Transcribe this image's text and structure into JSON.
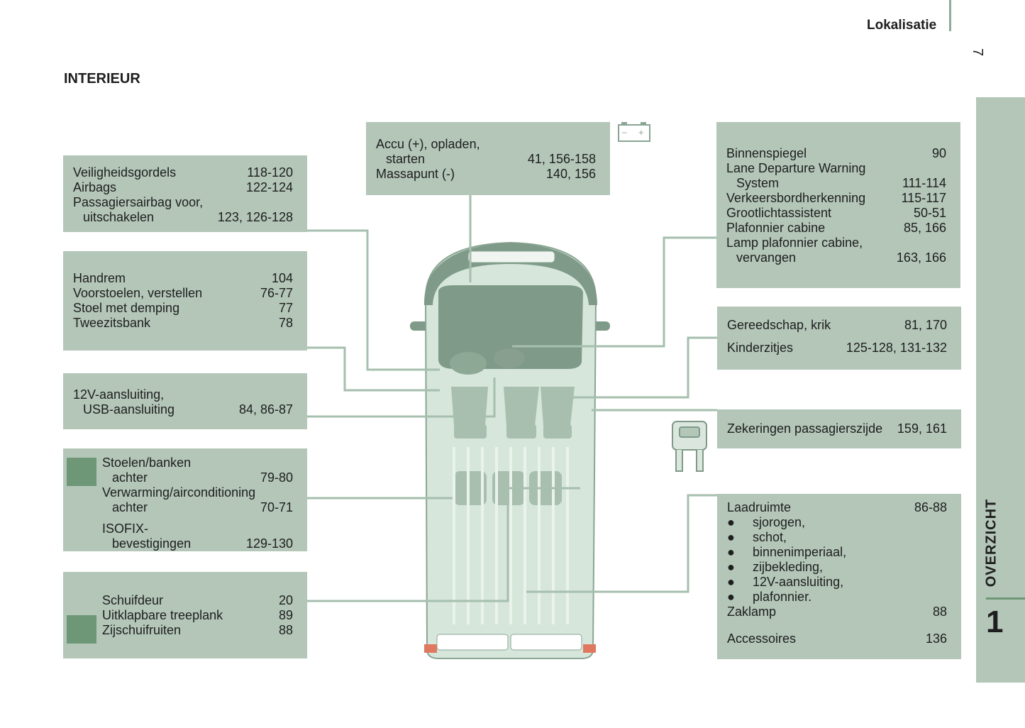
{
  "header": {
    "section": "Lokalisatie",
    "page_number": "7",
    "title": "INTERIEUR"
  },
  "side_tab": {
    "label": "OVERZICHT",
    "chapter": "1"
  },
  "boxes": {
    "belts": [
      {
        "label": "Veiligheidsgordels",
        "page": "118-120"
      },
      {
        "label": "Airbags",
        "page": "122-124"
      },
      {
        "label": "Passagiersairbag voor,",
        "page": ""
      },
      {
        "label": "uitschakelen",
        "page": "123, 126-128"
      }
    ],
    "seats": [
      {
        "label": "Handrem",
        "page": "104"
      },
      {
        "label": "Voorstoelen, verstellen",
        "page": "76-77"
      },
      {
        "label": "Stoel met demping",
        "page": "77"
      },
      {
        "label": "Tweezitsbank",
        "page": "78"
      }
    ],
    "power": [
      {
        "label": "12V-aansluiting,",
        "page": ""
      },
      {
        "label": "USB-aansluiting",
        "page": "84, 86-87"
      }
    ],
    "rear_seats": [
      {
        "label": "Stoelen/banken",
        "page": ""
      },
      {
        "label": "achter",
        "page": "79-80"
      },
      {
        "label": "Verwarming/airconditioning",
        "page": ""
      },
      {
        "label": "achter",
        "page": "70-71"
      },
      {
        "label": "ISOFIX-",
        "page": ""
      },
      {
        "label": "bevestigingen",
        "page": "129-130"
      }
    ],
    "doors": [
      {
        "label": "Schuifdeur",
        "page": "20"
      },
      {
        "label": "Uitklapbare treeplank",
        "page": "89"
      },
      {
        "label": "Zijschuifruiten",
        "page": "88"
      }
    ],
    "battery": [
      {
        "label": "Accu (+), opladen,",
        "page": ""
      },
      {
        "label": "starten",
        "page": "41, 156-158"
      },
      {
        "label": "Massapunt (-)",
        "page": "140, 156"
      }
    ],
    "mirror": [
      {
        "label": "Binnenspiegel",
        "page": "90"
      },
      {
        "label": "Lane Departure Warning",
        "page": ""
      },
      {
        "label": "System",
        "page": "111-114"
      },
      {
        "label": "Verkeersbordherkenning",
        "page": "115-117"
      },
      {
        "label": "Grootlichtassistent",
        "page": "50-51"
      },
      {
        "label": "Plafonnier cabine",
        "page": "85, 166"
      },
      {
        "label": "Lamp plafonnier cabine,",
        "page": ""
      },
      {
        "label": "vervangen",
        "page": "163, 166"
      }
    ],
    "tools": [
      {
        "label": "Gereedschap, krik",
        "page": "81, 170"
      },
      {
        "label": "Kinderzitjes",
        "page": "125-128, 131-132"
      }
    ],
    "fuses": [
      {
        "label": "Zekeringen passagierszijde",
        "page": "159, 161"
      }
    ],
    "cargo": [
      {
        "label": "Laadruimte",
        "page": "86-88"
      },
      {
        "label": "sjorogen,",
        "page": ""
      },
      {
        "label": "schot,",
        "page": ""
      },
      {
        "label": "binnenimperiaal,",
        "page": ""
      },
      {
        "label": "zijbekleding,",
        "page": ""
      },
      {
        "label": "12V-aansluiting,",
        "page": ""
      },
      {
        "label": "plafonnier.",
        "page": ""
      },
      {
        "label": "Zaklamp",
        "page": "88"
      },
      {
        "label": "Accessoires",
        "page": "136"
      }
    ]
  },
  "bullet": "●",
  "colors": {
    "box": "#b3c6b8",
    "accent": "#6e9778",
    "line": "#a6bfae"
  }
}
